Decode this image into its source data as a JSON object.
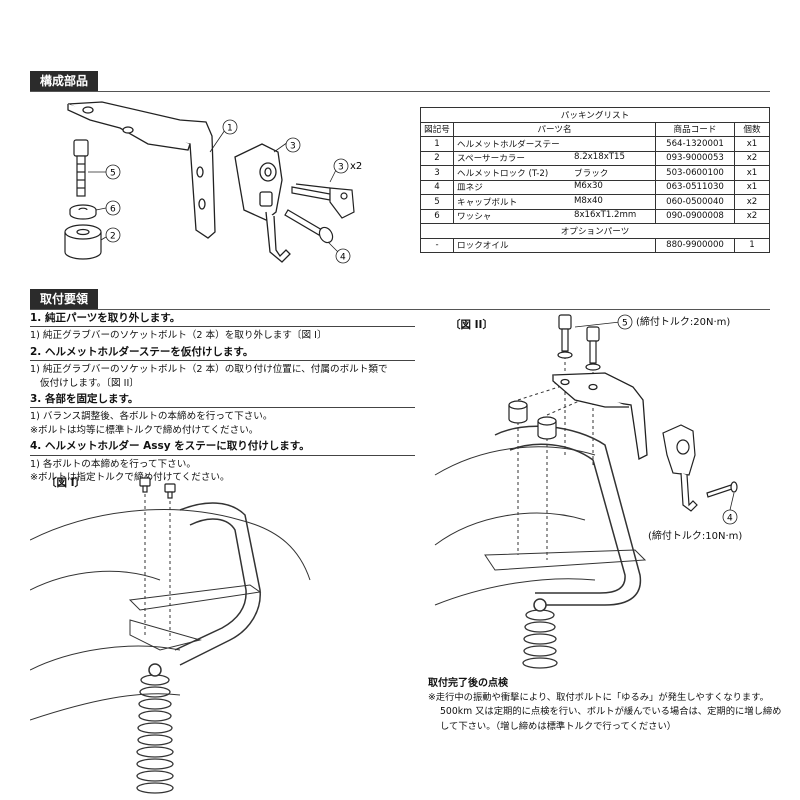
{
  "composition": {
    "header": "構成部品",
    "callouts": [
      "1",
      "2",
      "3",
      "4",
      "5",
      "6"
    ],
    "x2_label": "x2"
  },
  "packing_list": {
    "title": "パッキングリスト",
    "columns": [
      "図記号",
      "パーツ名",
      "商品コード",
      "個数"
    ],
    "rows": [
      {
        "num": "1",
        "name": "ヘルメットホルダーステー",
        "spec": "",
        "code": "564-1320001",
        "qty": "x1"
      },
      {
        "num": "2",
        "name": "スペーサーカラー",
        "spec": "8.2x18xT15",
        "code": "093-9000053",
        "qty": "x2"
      },
      {
        "num": "3",
        "name": "ヘルメットロック (T-2)",
        "spec": "ブラック",
        "code": "503-0600100",
        "qty": "x1"
      },
      {
        "num": "4",
        "name": "皿ネジ",
        "spec": "M6x30",
        "code": "063-0511030",
        "qty": "x1"
      },
      {
        "num": "5",
        "name": "キャップボルト",
        "spec": "M8x40",
        "code": "060-0500040",
        "qty": "x2"
      },
      {
        "num": "6",
        "name": "ワッシャ",
        "spec": "8x16xT1.2mm",
        "code": "090-0900008",
        "qty": "x2"
      }
    ],
    "option_title": "オプションパーツ",
    "option_rows": [
      {
        "num": "-",
        "name": "ロックオイル",
        "code": "880-9900000",
        "qty": "1"
      }
    ]
  },
  "installation": {
    "header": "取付要領",
    "steps": [
      {
        "title": "1. 純正パーツを取り外します。",
        "lines": [
          "1) 純正グラブバーのソケットボルト（2 本）を取り外します〔図 I〕"
        ]
      },
      {
        "title": "2. ヘルメットホルダーステーを仮付けします。",
        "lines": [
          "1) 純正グラブバーのソケットボルト（2 本）の取り付け位置に、付属のボルト類で",
          "仮付けします。〔図 II〕"
        ]
      },
      {
        "title": "3. 各部を固定します。",
        "lines": [
          "1) バランス調整後、各ボルトの本締めを行って下さい。",
          "※ボルトは均等に標準トルクで締め付けてください。"
        ]
      },
      {
        "title": "4. ヘルメットホルダー Assy をステーに取り付けします。",
        "lines": [
          "1) 各ボルトの本締めを行って下さい。",
          "※ボルトは指定トルクで締め付けてください。"
        ]
      }
    ]
  },
  "figures": {
    "fig1_label": "〔図 I〕",
    "fig2_label": "〔図 II〕",
    "torque_5": "(締付トルク:20N·m)",
    "torque_4": "(締付トルク:10N·m)",
    "callout_5": "5",
    "callout_4": "4"
  },
  "inspection": {
    "title": "取付完了後の点検",
    "lines": [
      "※走行中の振動や衝撃により、取付ボルトに「ゆるみ」が発生しやすくなります。",
      "500km 又は定期的に点検を行い、ボルトが緩んでいる場合は、定期的に増し締め",
      "して下さい。（増し締めは標準トルクで行ってください）"
    ]
  }
}
